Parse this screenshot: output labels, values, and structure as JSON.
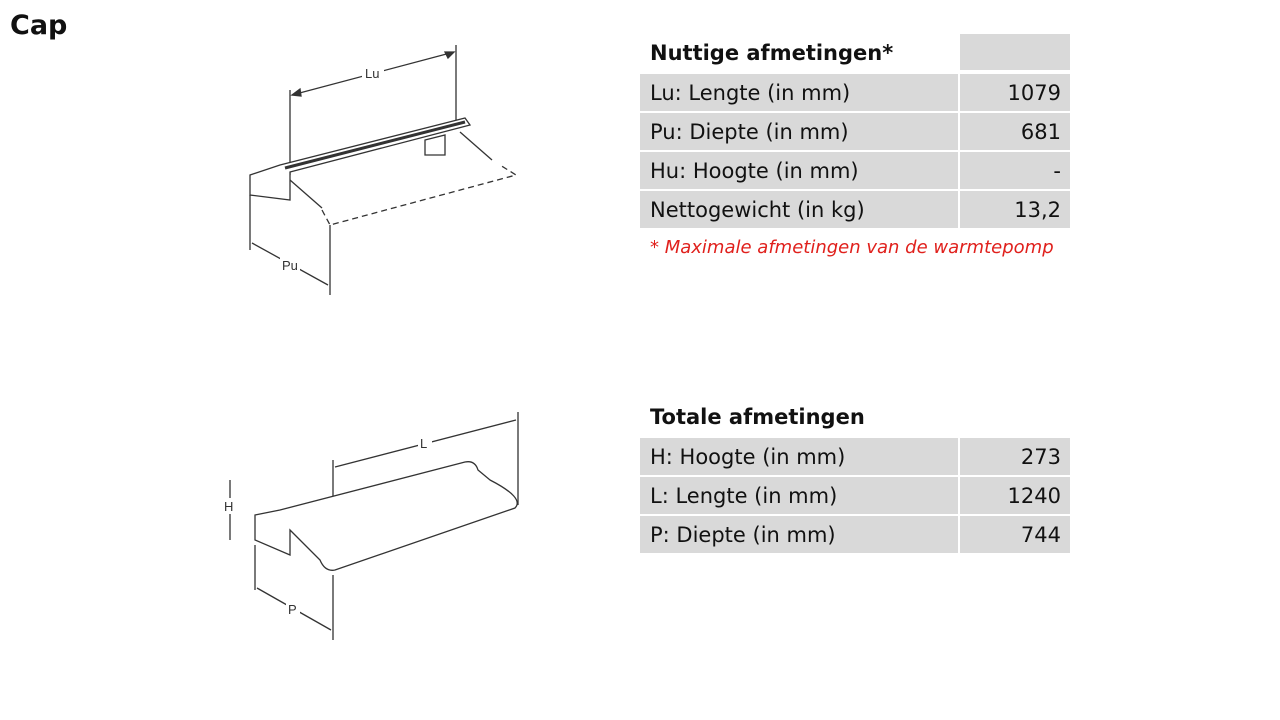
{
  "page_title": "Cap",
  "useful": {
    "title": "Nuttige afmetingen*",
    "rows": [
      {
        "label": "Lu: Lengte (in mm)",
        "value": "1079"
      },
      {
        "label": "Pu: Diepte (in mm)",
        "value": "681"
      },
      {
        "label": "Hu: Hoogte (in mm)",
        "value": "-"
      },
      {
        "label": "Nettogewicht (in kg)",
        "value": "13,2"
      }
    ],
    "footnote": "* Maximale afmetingen van de warmtepomp"
  },
  "total": {
    "title": "Totale afmetingen",
    "rows": [
      {
        "label": "H: Hoogte (in mm)",
        "value": "273"
      },
      {
        "label": "L: Lengte (in mm)",
        "value": "1240"
      },
      {
        "label": "P: Diepte (in mm)",
        "value": "744"
      }
    ]
  },
  "diagram_labels": {
    "lu": "Lu",
    "pu": "Pu",
    "h": "H",
    "l": "L",
    "p": "P"
  },
  "colors": {
    "cell": "#d9d9d9",
    "footnote": "#e0201c"
  }
}
